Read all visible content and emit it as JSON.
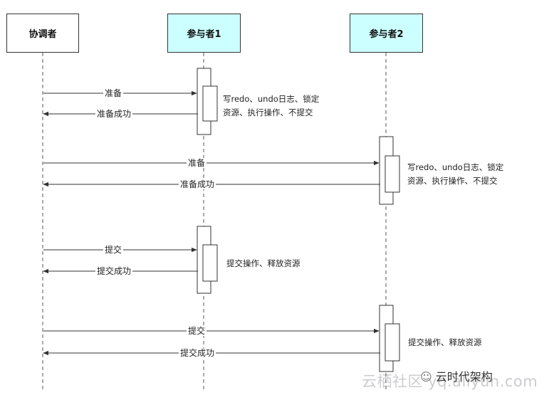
{
  "participants": [
    {
      "name": "协调者",
      "fill": "#ffffff"
    },
    {
      "name": "参与者1",
      "fill": "#ccffff"
    },
    {
      "name": "参与者2",
      "fill": "#ccffff"
    }
  ],
  "messages": [
    {
      "text": "准备"
    },
    {
      "text": "准备成功"
    },
    {
      "text": "准备"
    },
    {
      "text": "准备成功"
    },
    {
      "text": "提交"
    },
    {
      "text": "提交成功"
    },
    {
      "text": "提交"
    },
    {
      "text": "提交成功"
    }
  ],
  "notes": [
    {
      "line1": "写redo、undo日志、锁定",
      "line2": "资源、执行操作、不提交"
    },
    {
      "line1": "写redo、undo日志、锁定",
      "line2": "资源、执行操作、不提交"
    },
    {
      "line1": "提交操作、释放资源"
    },
    {
      "line1": "提交操作、释放资源"
    }
  ],
  "watermark": {
    "text": "云栖社区 yq.aliyun.com",
    "logo_text": "云时代架构"
  },
  "colors": {
    "line": "#333333",
    "participant_highlight": "#ccffff"
  }
}
